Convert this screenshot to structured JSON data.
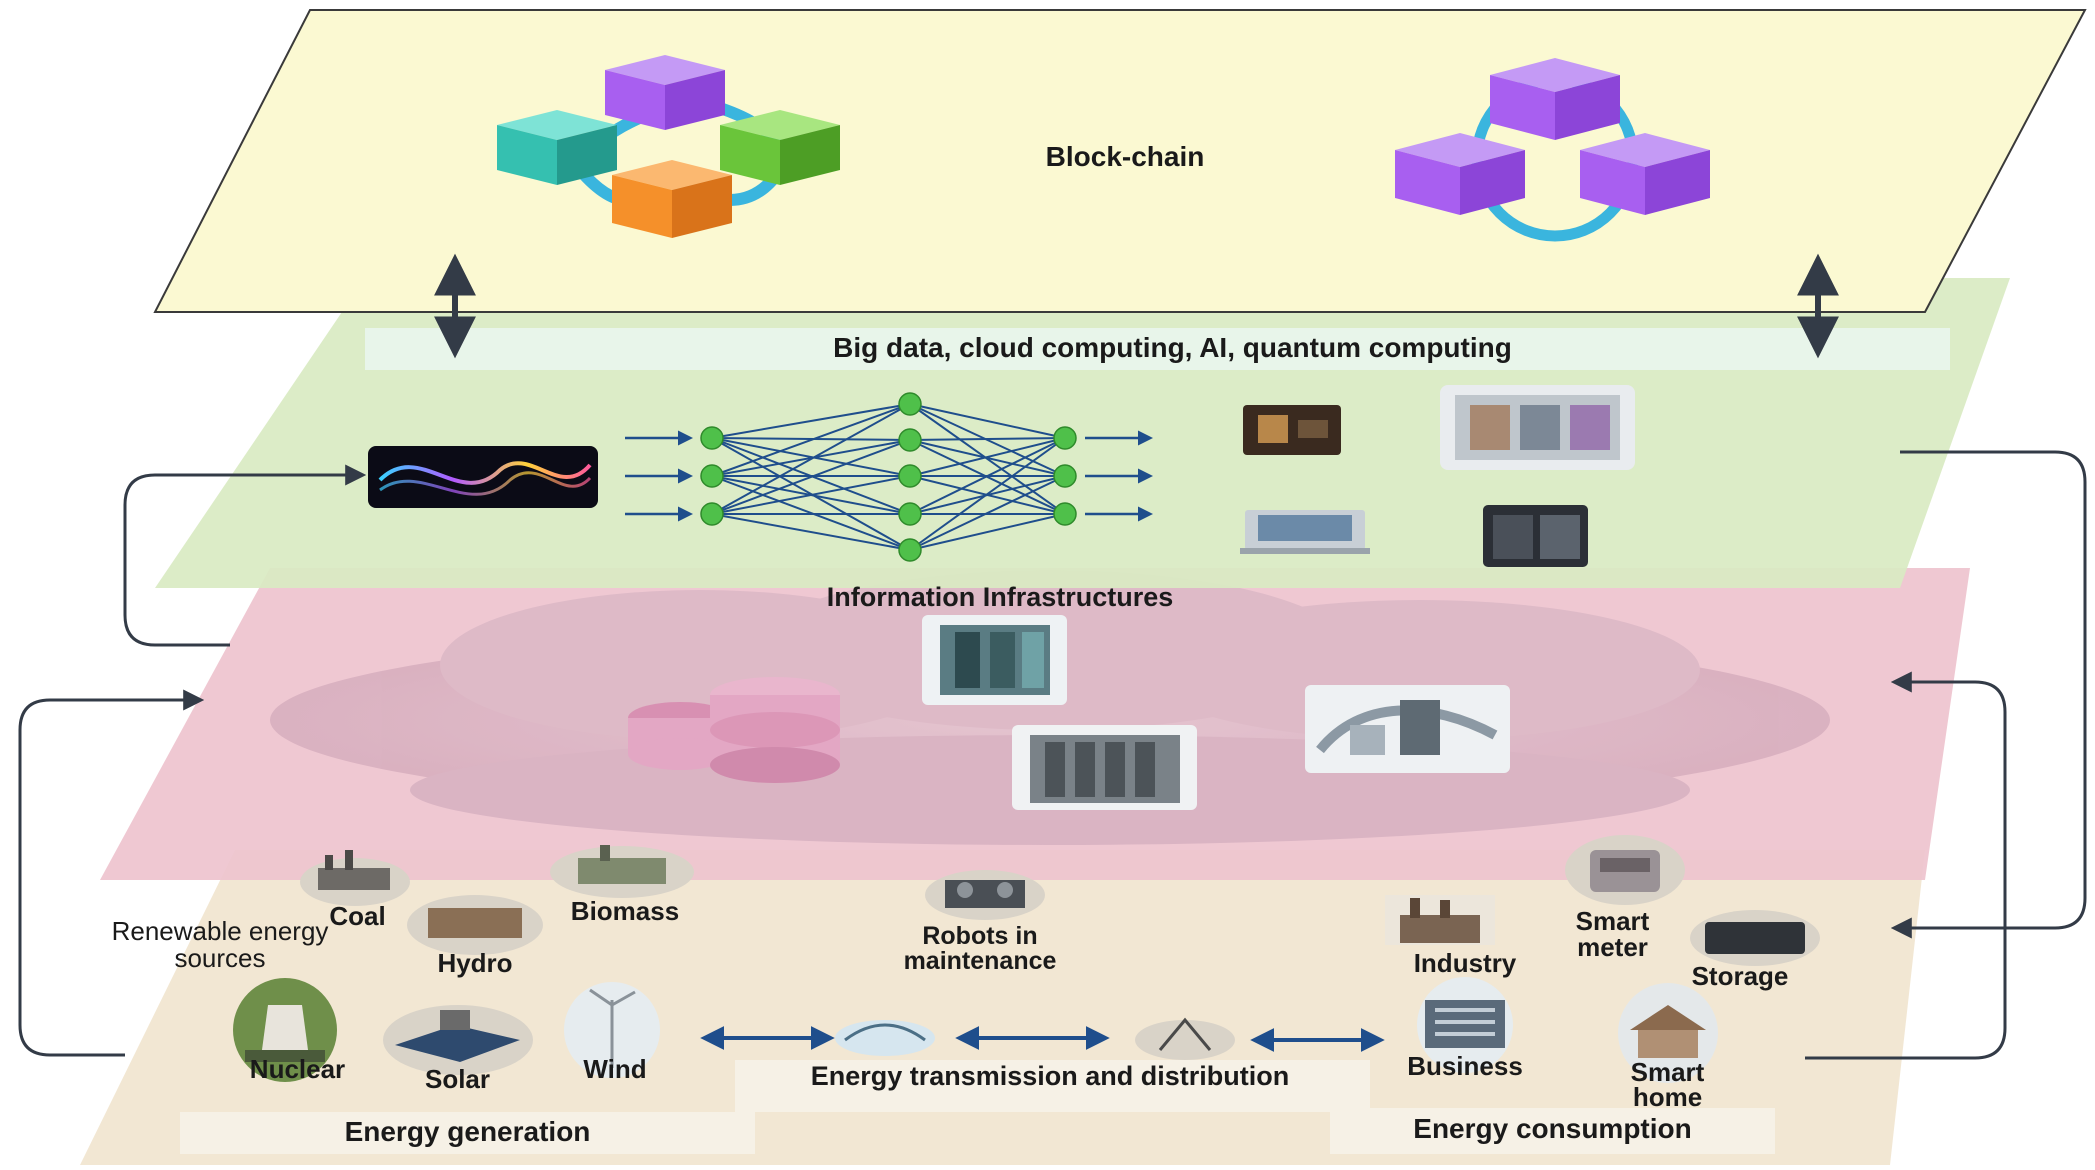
{
  "layers": {
    "blockchain": {
      "title": "Block-chain"
    },
    "compute": {
      "band_text": "Big data, cloud computing, AI, quantum computing"
    },
    "infra": {
      "title": "Information Infrastructures"
    },
    "energy": {
      "renewable_label": "Renewable energy sources",
      "sources": {
        "coal": "Coal",
        "biomass": "Biomass",
        "hydro": "Hydro",
        "nuclear": "Nuclear",
        "solar": "Solar",
        "wind": "Wind"
      },
      "robots": "Robots in maintenance",
      "transmission": "Energy transmission and distribution",
      "consumers": {
        "industry": "Industry",
        "smart_meter": "Smart meter",
        "storage": "Storage",
        "business": "Business",
        "smart_home": "Smart home"
      },
      "generation_label": "Energy generation",
      "consumption_label": "Energy consumption"
    }
  },
  "colors": {
    "blockchain_plane": "#fbf9d2",
    "compute_plane": "#d9ebc3",
    "infra_plane": "#eec4cf",
    "energy_plane": "#f1e6d1",
    "arrow_dark": "#333b47",
    "arrow_blue": "#1f4e8c",
    "node_green": "#4fc04a",
    "cube_purple": "#a85ff0",
    "cube_teal": "#35c0b0",
    "cube_green": "#6ac53a",
    "cube_orange": "#f5902a",
    "link_cyan": "#3ab5de"
  },
  "icons": [
    "blockchain-ring-icon",
    "blockchain-triangle-icon",
    "neural-network-icon",
    "database-icon",
    "server-icon",
    "laptop-icon",
    "cloud-icon"
  ]
}
